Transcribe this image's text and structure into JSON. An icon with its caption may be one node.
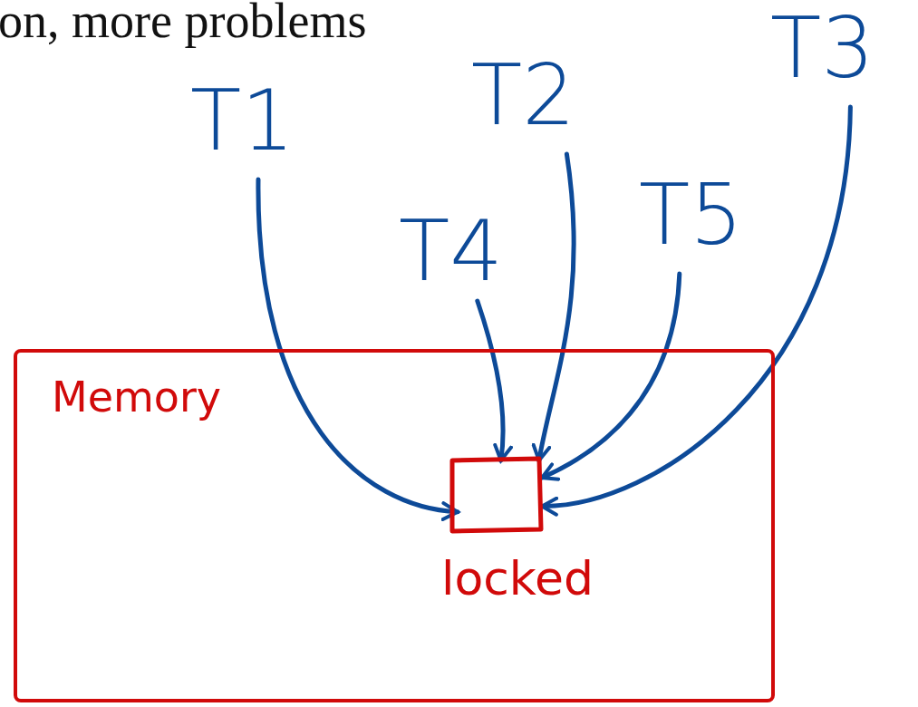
{
  "diagram": {
    "title": "on, more problems",
    "nodes": [
      {
        "text": [
          "Memory"
        ]
      },
      {
        "text": [],
        "shape": "box",
        "in": 0,
        "beside": [
          "locked"
        ]
      },
      {
        "text": [
          "T1"
        ]
      },
      {
        "text": [
          "T2"
        ]
      },
      {
        "text": [
          "T3"
        ]
      },
      {
        "text": [
          "T4"
        ]
      },
      {
        "text": [
          "T5"
        ]
      }
    ],
    "edges": [
      {
        "from": 2,
        "to": 1,
        "arrow": "to"
      },
      {
        "from": 3,
        "to": 1,
        "arrow": "to"
      },
      {
        "from": 4,
        "to": 1,
        "arrow": "to"
      },
      {
        "from": 5,
        "to": 1,
        "arrow": "to"
      },
      {
        "from": 6,
        "to": 1,
        "arrow": "to"
      }
    ]
  }
}
